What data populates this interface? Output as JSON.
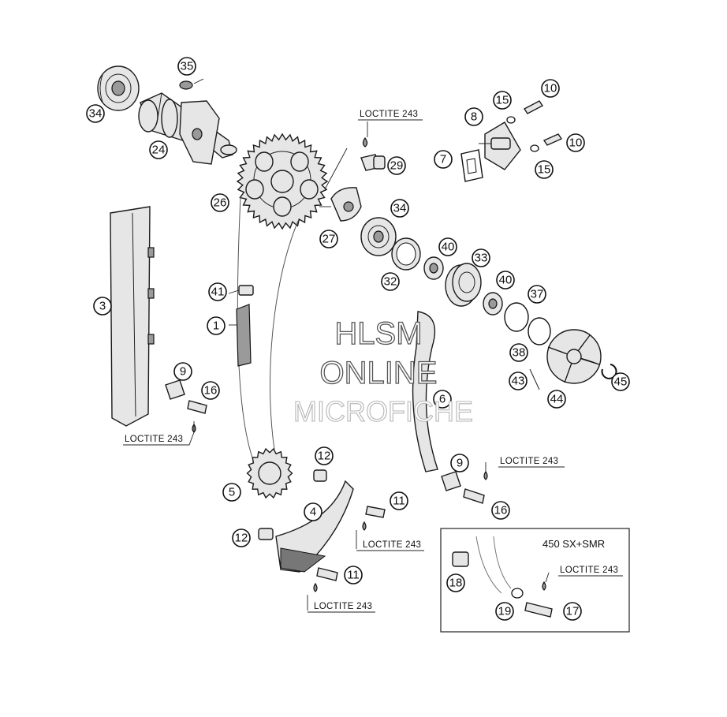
{
  "callouts": [
    {
      "id": "35",
      "label": "35"
    },
    {
      "id": "34a",
      "label": "34"
    },
    {
      "id": "24",
      "label": "24"
    },
    {
      "id": "26",
      "label": "26"
    },
    {
      "id": "29",
      "label": "29"
    },
    {
      "id": "27",
      "label": "27"
    },
    {
      "id": "34b",
      "label": "34"
    },
    {
      "id": "40a",
      "label": "40"
    },
    {
      "id": "33",
      "label": "33"
    },
    {
      "id": "32",
      "label": "32"
    },
    {
      "id": "40b",
      "label": "40"
    },
    {
      "id": "37",
      "label": "37"
    },
    {
      "id": "38",
      "label": "38"
    },
    {
      "id": "43",
      "label": "43"
    },
    {
      "id": "44",
      "label": "44"
    },
    {
      "id": "45",
      "label": "45"
    },
    {
      "id": "10a",
      "label": "10"
    },
    {
      "id": "10b",
      "label": "10"
    },
    {
      "id": "15a",
      "label": "15"
    },
    {
      "id": "15b",
      "label": "15"
    },
    {
      "id": "8",
      "label": "8"
    },
    {
      "id": "7",
      "label": "7"
    },
    {
      "id": "3",
      "label": "3"
    },
    {
      "id": "41",
      "label": "41"
    },
    {
      "id": "1",
      "label": "1"
    },
    {
      "id": "9a",
      "label": "9"
    },
    {
      "id": "16a",
      "label": "16"
    },
    {
      "id": "6",
      "label": "6"
    },
    {
      "id": "9b",
      "label": "9"
    },
    {
      "id": "16b",
      "label": "16"
    },
    {
      "id": "5",
      "label": "5"
    },
    {
      "id": "12a",
      "label": "12"
    },
    {
      "id": "4",
      "label": "4"
    },
    {
      "id": "11a",
      "label": "11"
    },
    {
      "id": "12b",
      "label": "12"
    },
    {
      "id": "11b",
      "label": "11"
    },
    {
      "id": "18",
      "label": "18"
    },
    {
      "id": "19",
      "label": "19"
    },
    {
      "id": "17",
      "label": "17"
    }
  ],
  "notes": {
    "loctite_top": "LOCTITE 243",
    "loctite_left": "LOCTITE 243",
    "loctite_right": "LOCTITE 243",
    "loctite_mid": "LOCTITE 243",
    "loctite_bottom": "LOCTITE 243",
    "loctite_inset": "LOCTITE 243"
  },
  "inset": {
    "title": "450 SX+SMR"
  },
  "watermark": {
    "line1": "HLSM",
    "line2": "ONLINE",
    "line3": "MICROFICHE"
  },
  "colors": {
    "line": "#111111",
    "background": "#ffffff",
    "watermark_outline": "#555555"
  }
}
